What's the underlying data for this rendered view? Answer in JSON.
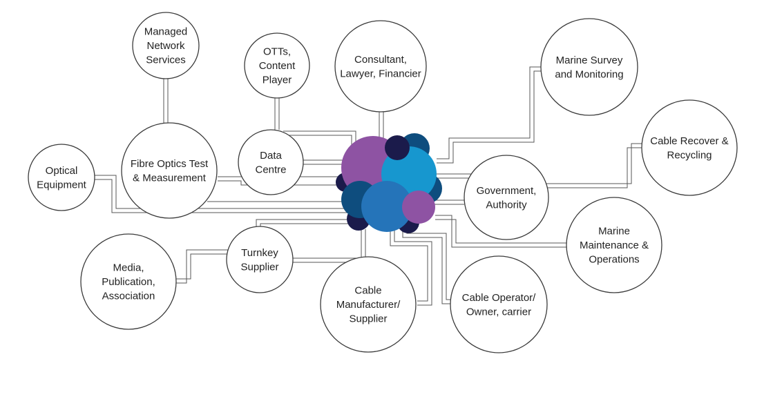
{
  "colors": {
    "purple": "#8e53a3",
    "navy": "#1b1b4b",
    "dark_blue": "#0e4d7e",
    "cyan": "#1797cf",
    "mid_blue": "#2574b9",
    "line": "#555555"
  },
  "nodes": [
    {
      "id": "managed-network-services",
      "lines": [
        "Managed",
        "Network",
        "Services"
      ]
    },
    {
      "id": "otts-content-player",
      "lines": [
        "OTTs,",
        "Content",
        "Player"
      ]
    },
    {
      "id": "consultant-lawyer-financier",
      "lines": [
        "Consultant,",
        "Lawyer, Financier"
      ]
    },
    {
      "id": "marine-survey-monitoring",
      "lines": [
        "Marine Survey",
        "and Monitoring"
      ]
    },
    {
      "id": "cable-recover-recycling",
      "lines": [
        "Cable Recover &",
        "Recycling"
      ]
    },
    {
      "id": "optical-equipment",
      "lines": [
        "Optical",
        "Equipment"
      ]
    },
    {
      "id": "fibre-optics-test",
      "lines": [
        "Fibre Optics Test",
        "& Measurement"
      ]
    },
    {
      "id": "data-centre",
      "lines": [
        "Data",
        "Centre"
      ]
    },
    {
      "id": "government-authority",
      "lines": [
        "Government,",
        "Authority"
      ]
    },
    {
      "id": "marine-maintenance-operations",
      "lines": [
        "Marine",
        "Maintenance &",
        "Operations"
      ]
    },
    {
      "id": "turnkey-supplier",
      "lines": [
        "Turnkey",
        "Supplier"
      ]
    },
    {
      "id": "media-publication-association",
      "lines": [
        "Media,",
        "Publication,",
        "Association"
      ]
    },
    {
      "id": "cable-manufacturer-supplier",
      "lines": [
        "Cable",
        "Manufacturer/",
        "Supplier"
      ]
    },
    {
      "id": "cable-operator-owner-carrier",
      "lines": [
        "Cable Operator/",
        "Owner, carrier"
      ]
    }
  ]
}
